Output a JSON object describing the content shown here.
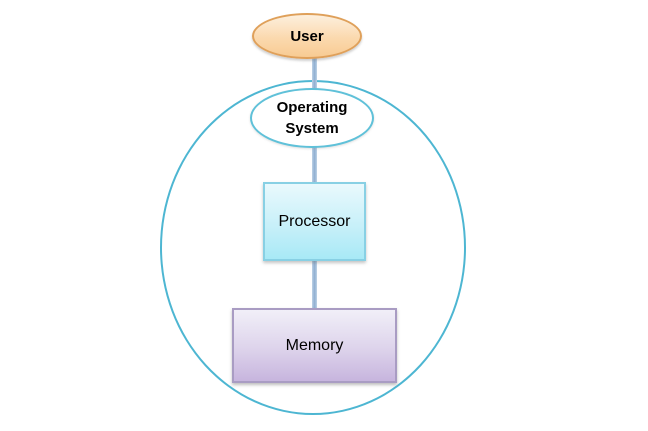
{
  "diagram": {
    "type": "system-architecture-diagram",
    "background_color": "#ffffff",
    "boundary": {
      "name": "system-boundary",
      "shape": "ellipse",
      "stroke_color": "#4db6d2"
    },
    "nodes": {
      "user": {
        "label": "User",
        "shape": "ellipse",
        "fill_color": "#fbd9ae",
        "border_color": "#dfa05a",
        "text_color": "#000000",
        "bold": true
      },
      "os": {
        "label": "Operating System",
        "label_line1": "Operating",
        "label_line2": "System",
        "shape": "ellipse",
        "fill_color": "#ffffff",
        "border_color": "#5fc1d9",
        "text_color": "#000000",
        "bold": true
      },
      "processor": {
        "label": "Processor",
        "shape": "rectangle",
        "fill_color": "#a8e9f6",
        "border_color": "#88d0e4",
        "text_color": "#000000",
        "bold": false
      },
      "memory": {
        "label": "Memory",
        "shape": "rectangle",
        "fill_color": "#c7b5de",
        "border_color": "#a99cc3",
        "text_color": "#000000",
        "bold": false
      }
    },
    "edges": [
      {
        "from": "user",
        "to": "os",
        "style": "vertical-line",
        "color": "#8fafd1"
      },
      {
        "from": "os",
        "to": "processor",
        "style": "vertical-line",
        "color": "#8fafd1"
      },
      {
        "from": "processor",
        "to": "memory",
        "style": "vertical-line",
        "color": "#8fafd1"
      }
    ]
  }
}
